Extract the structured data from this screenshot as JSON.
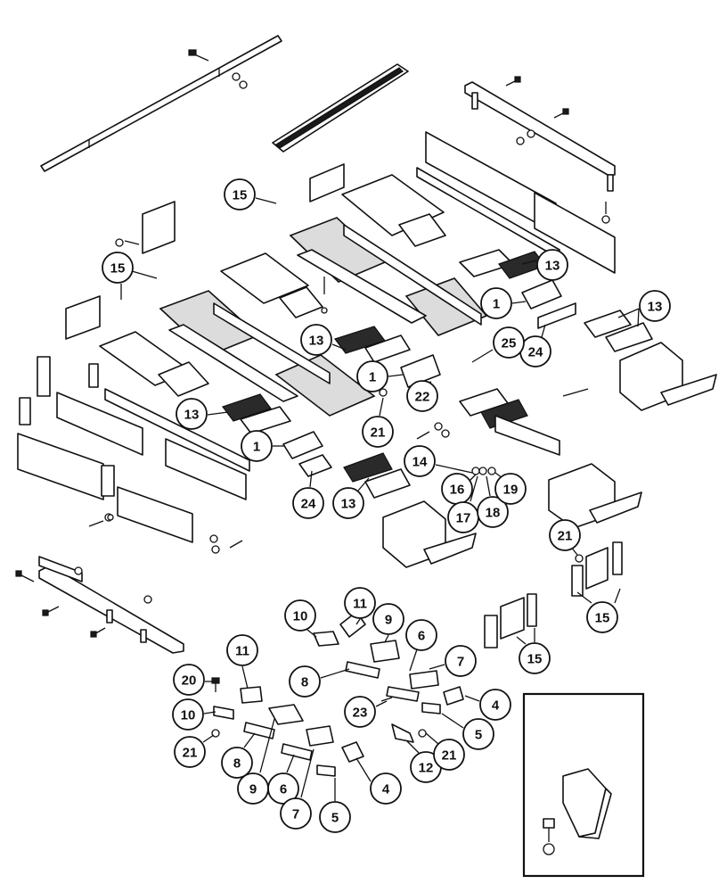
{
  "diagram": {
    "callouts": [
      {
        "id": "c1a",
        "label": "1"
      },
      {
        "id": "c1b",
        "label": "1"
      },
      {
        "id": "c1c",
        "label": "1"
      },
      {
        "id": "c4a",
        "label": "4"
      },
      {
        "id": "c4b",
        "label": "4"
      },
      {
        "id": "c5a",
        "label": "5"
      },
      {
        "id": "c5b",
        "label": "5"
      },
      {
        "id": "c6a",
        "label": "6"
      },
      {
        "id": "c6b",
        "label": "6"
      },
      {
        "id": "c7a",
        "label": "7"
      },
      {
        "id": "c7b",
        "label": "7"
      },
      {
        "id": "c8a",
        "label": "8"
      },
      {
        "id": "c8b",
        "label": "8"
      },
      {
        "id": "c9a",
        "label": "9"
      },
      {
        "id": "c9b",
        "label": "9"
      },
      {
        "id": "c10a",
        "label": "10"
      },
      {
        "id": "c10b",
        "label": "10"
      },
      {
        "id": "c11a",
        "label": "11"
      },
      {
        "id": "c11b",
        "label": "11"
      },
      {
        "id": "c12",
        "label": "12"
      },
      {
        "id": "c13a",
        "label": "13"
      },
      {
        "id": "c13b",
        "label": "13"
      },
      {
        "id": "c13c",
        "label": "13"
      },
      {
        "id": "c13d",
        "label": "13"
      },
      {
        "id": "c13e",
        "label": "13"
      },
      {
        "id": "c14",
        "label": "14"
      },
      {
        "id": "c15a",
        "label": "15"
      },
      {
        "id": "c15b",
        "label": "15"
      },
      {
        "id": "c15c",
        "label": "15"
      },
      {
        "id": "c15d",
        "label": "15"
      },
      {
        "id": "c16",
        "label": "16"
      },
      {
        "id": "c17",
        "label": "17"
      },
      {
        "id": "c18",
        "label": "18"
      },
      {
        "id": "c19",
        "label": "19"
      },
      {
        "id": "c20",
        "label": "20"
      },
      {
        "id": "c21a",
        "label": "21"
      },
      {
        "id": "c21b",
        "label": "21"
      },
      {
        "id": "c21c",
        "label": "21"
      },
      {
        "id": "c21d",
        "label": "21"
      },
      {
        "id": "c22",
        "label": "22"
      },
      {
        "id": "c23",
        "label": "23"
      },
      {
        "id": "c24a",
        "label": "24"
      },
      {
        "id": "c24b",
        "label": "24"
      },
      {
        "id": "c25",
        "label": "25"
      }
    ]
  }
}
